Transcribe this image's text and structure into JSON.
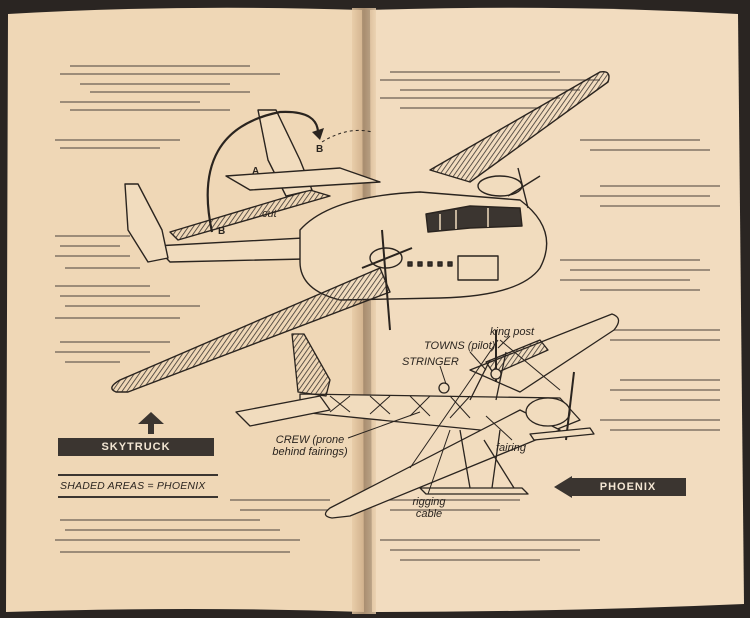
{
  "labels": {
    "letter_a": "A",
    "letter_b_top": "B",
    "letter_b_bottom": "B",
    "cut": "cut",
    "king_post": "king post",
    "towns": "TOWNS (pilot)",
    "stringer": "STRINGER",
    "crew_line1": "CREW (prone",
    "crew_line2": "behind fairings)",
    "fairing": "fairing",
    "rigging_line1": "rigging",
    "rigging_line2": "cable"
  },
  "banners": {
    "skytruck": "SKYTRUCK",
    "phoenix": "PHOENIX"
  },
  "legend": {
    "text": "SHADED AREAS = PHOENIX"
  },
  "colors": {
    "page_left": "#efd7b6",
    "page_right": "#f2dcbf",
    "ink": "#2a241f",
    "banner": "#3b3530"
  }
}
